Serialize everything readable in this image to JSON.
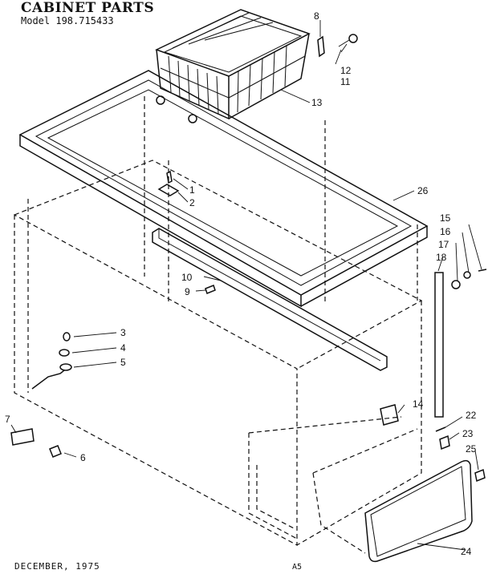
{
  "header": {
    "title": "CABINET PARTS",
    "model": "Model 198.715433"
  },
  "footer": {
    "date": "DECEMBER, 1975",
    "page": "A5"
  },
  "callouts": [
    "1",
    "2",
    "3",
    "4",
    "5",
    "6",
    "7",
    "8",
    "9",
    "10",
    "11",
    "12",
    "13",
    "14",
    "15",
    "16",
    "17",
    "18",
    "22",
    "23",
    "24",
    "25",
    "26"
  ]
}
